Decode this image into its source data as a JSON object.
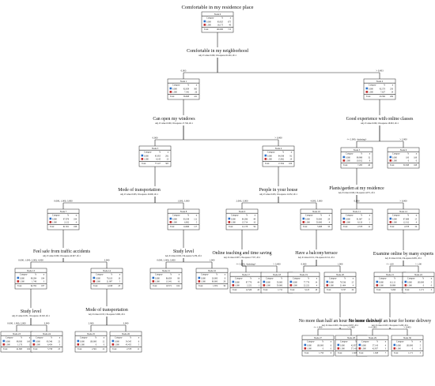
{
  "diagram_type": "classification decision tree (CHAID)",
  "root_title": "Comfortable in my residence place",
  "table_headers": {
    "category": "Category",
    "pct": "%",
    "n": "n"
  },
  "class_labels": [
    "0.000",
    "1.000"
  ],
  "total_label": "Total",
  "colors": {
    "class0": "#2a6fc8",
    "class1": "#c02828",
    "line": "#222222"
  },
  "nodes": [
    {
      "id": "n0",
      "header": "Node 0",
      "rows": [
        [
          "0.000",
          "83.825",
          "675"
        ],
        [
          "1.000",
          "16.175",
          "40"
        ]
      ],
      "total": [
        "100.000",
        "715"
      ]
    },
    {
      "id": "n1",
      "header": "Node 1",
      "rows": [
        [
          "0.000",
          "92.659",
          "385"
        ],
        [
          "1.000",
          "7.341",
          "26"
        ]
      ],
      "total": [
        "56.608",
        "411"
      ]
    },
    {
      "id": "n2",
      "header": "Node 2",
      "rows": [
        [
          "0.000",
          "92.373",
          "250"
        ],
        [
          "1.000",
          "7.627",
          "14"
        ]
      ],
      "total": [
        "43.392",
        "264"
      ]
    },
    {
      "id": "n3",
      "header": "Node 3",
      "rows": [
        [
          "0.000",
          "95.855",
          "292"
        ],
        [
          "1.000",
          "4.145",
          "13"
        ]
      ],
      "total": [
        "77.417",
        "305"
      ]
    },
    {
      "id": "n4",
      "header": "Node 4",
      "rows": [
        [
          "0.000",
          "84.038",
          "92"
        ],
        [
          "1.000",
          "15.962",
          "14"
        ]
      ],
      "total": [
        "17.954",
        "106"
      ]
    },
    {
      "id": "n5",
      "header": "Node 5",
      "rows": [
        [
          "0.000",
          "89.988",
          "32"
        ],
        [
          "1.000",
          "10.012",
          "8"
        ]
      ],
      "total": [
        "7.283",
        "40"
      ]
    },
    {
      "id": "n6",
      "header": "Node 6",
      "rows": [
        [
          "0.000",
          "100",
          "168"
        ],
        [
          "1.000",
          "0",
          "0"
        ]
      ],
      "total": [
        "30.308",
        "168"
      ]
    },
    {
      "id": "n7",
      "header": "Node 7",
      "rows": [
        [
          "0.000",
          "97.878",
          "184"
        ],
        [
          "1.000",
          "2.122",
          "4"
        ]
      ],
      "total": [
        "61.501",
        "188"
      ]
    },
    {
      "id": "n8",
      "header": "Node 8",
      "rows": [
        [
          "0.000",
          "93.198",
          "112"
        ],
        [
          "1.000",
          "6.802",
          "5"
        ]
      ],
      "total": [
        "14.606",
        "117"
      ]
    },
    {
      "id": "n9",
      "header": "Node 9",
      "rows": [
        [
          "0.000",
          "84.286",
          "49"
        ],
        [
          "1.000",
          "15.714",
          "10"
        ]
      ],
      "total": [
        "11.178",
        "59"
      ]
    },
    {
      "id": "n10",
      "header": "Node 10",
      "rows": [
        [
          "0.000",
          "50.000",
          "29"
        ],
        [
          "1.000",
          "50.000",
          "4"
        ]
      ],
      "total": [
        "5.008",
        "33"
      ]
    },
    {
      "id": "n11",
      "header": "Node 11",
      "rows": [
        [
          "0.000",
          "91.867",
          "11"
        ],
        [
          "1.000",
          "8.133",
          "1"
        ]
      ],
      "total": [
        "2.578",
        "12"
      ]
    },
    {
      "id": "n12",
      "header": "Node 12",
      "rows": [
        [
          "0.000",
          "87.688",
          "15"
        ],
        [
          "1.000",
          "12.312",
          "4"
        ]
      ],
      "total": [
        "4.578",
        "19"
      ]
    },
    {
      "id": "n13",
      "header": "Node 13",
      "rows": [
        [
          "0.000",
          "98.284",
          "184"
        ],
        [
          "1.000",
          "1.748",
          "3"
        ]
      ],
      "total": [
        "62.762",
        "187"
      ]
    },
    {
      "id": "n14",
      "header": "Node 14",
      "rows": [
        [
          "0.000",
          "78.103",
          "18"
        ],
        [
          "1.000",
          "21.897",
          "5"
        ]
      ],
      "total": [
        "4.198",
        "23"
      ]
    },
    {
      "id": "n15",
      "header": "Node 15",
      "rows": [
        [
          "0.000",
          "86.659",
          "88"
        ],
        [
          "1.000",
          "13.341",
          "16"
        ]
      ],
      "total": [
        "19.571",
        "104"
      ]
    },
    {
      "id": "n16",
      "header": "Node 16",
      "rows": [
        [
          "0.000",
          "20.000",
          "8"
        ],
        [
          "1.000",
          "80.000",
          "28"
        ]
      ],
      "total": [
        "1.874",
        "36"
      ]
    },
    {
      "id": "n17",
      "header": "Node 17",
      "rows": [
        [
          "0.000",
          "97.778",
          "44"
        ],
        [
          "1.000",
          "2.222",
          "1"
        ]
      ],
      "total": [
        "12.526",
        "45"
      ]
    },
    {
      "id": "n18",
      "header": "Node 18",
      "rows": [
        [
          "0.000",
          "50.000",
          "4"
        ],
        [
          "1.000",
          "50.000",
          "4"
        ]
      ],
      "total": [
        "1.711",
        "8"
      ]
    },
    {
      "id": "n19",
      "header": "Node 19",
      "rows": [
        [
          "0.000",
          "77.778",
          "14"
        ],
        [
          "1.000",
          "22.222",
          "4"
        ]
      ],
      "total": [
        "3.125",
        "18"
      ]
    },
    {
      "id": "n20",
      "header": "Node 20",
      "rows": [
        [
          "0.000",
          "78.536",
          "15"
        ],
        [
          "1.000",
          "21.464",
          "4"
        ]
      ],
      "total": [
        "3.747",
        "19"
      ]
    },
    {
      "id": "n21",
      "header": "Node 21",
      "rows": [
        [
          "0.000",
          "61.111",
          "11"
        ],
        [
          "1.000",
          "38.889",
          "7"
        ]
      ],
      "total": [
        "3.456",
        "18"
      ]
    },
    {
      "id": "n22",
      "header": "Node 22",
      "rows": [
        [
          "0.000",
          "100.000",
          "5"
        ],
        [
          "1.000",
          "0",
          "0"
        ]
      ],
      "total": [
        "1.171",
        "5"
      ]
    },
    {
      "id": "n23",
      "header": "Node 23",
      "rows": [
        [
          "0.000",
          "98.830",
          "160"
        ],
        [
          "1.000",
          "1.170",
          "2"
        ]
      ],
      "total": [
        "41.693",
        "162"
      ]
    },
    {
      "id": "n24",
      "header": "Node 24",
      "rows": [
        [
          "0.000",
          "93.546",
          "22"
        ],
        [
          "1.000",
          "6.454",
          "3"
        ]
      ],
      "total": [
        "5.758",
        "25"
      ]
    },
    {
      "id": "n25",
      "header": "Node 25",
      "rows": [
        [
          "0.000",
          "100.000",
          "12"
        ],
        [
          "1.000",
          "0",
          "0"
        ]
      ],
      "total": [
        "2.561",
        "12"
      ]
    },
    {
      "id": "n26",
      "header": "Node 26",
      "rows": [
        [
          "0.000",
          "54.545",
          "6"
        ],
        [
          "1.000",
          "45.455",
          "5"
        ]
      ],
      "total": [
        "2.578",
        "11"
      ]
    },
    {
      "id": "n27",
      "header": "Node 27",
      "rows": [
        [
          "0.000",
          "100.000",
          "6"
        ],
        [
          "1.000",
          "0",
          "0"
        ]
      ],
      "total": [
        "1.750",
        "6"
      ]
    },
    {
      "id": "n28",
      "header": "Node 28",
      "rows": [
        [
          "0.000",
          "42.857",
          "3"
        ],
        [
          "1.000",
          "57.143",
          "4"
        ]
      ],
      "total": [
        "1.828",
        "7"
      ]
    },
    {
      "id": "n29",
      "header": "Node 29",
      "rows": [
        [
          "0.000",
          "57.143",
          "4"
        ],
        [
          "1.000",
          "42.857",
          "3"
        ]
      ],
      "total": [
        "1.828",
        "7"
      ]
    },
    {
      "id": "n30",
      "header": "Node 30",
      "rows": [
        [
          "0.000",
          "100.000",
          "5"
        ],
        [
          "1.000",
          "0",
          "0"
        ]
      ],
      "total": [
        "1.171",
        "5"
      ]
    }
  ],
  "splits": [
    {
      "id": "s0",
      "title": "Comfortable in my neighborhood",
      "stats": "Adj. P-value=0.000, Chi-square=61.461, df=1"
    },
    {
      "id": "s1",
      "title": "Can open my windows",
      "stats": "Adj. P-value=0.000, Chi-square=17.749, df=1"
    },
    {
      "id": "s2",
      "title": "Good experience with online classes",
      "stats": "Adj. P-value=0.000, Chi-square=18.818, df=1"
    },
    {
      "id": "s3",
      "title": "Mode of transportation",
      "stats": "Adj. P-value=0.003, Chi-square=16.000, df=1"
    },
    {
      "id": "s4",
      "title": "People in your house",
      "stats": "Adj. P-value=0.003, Chi-square=12.952, df=1"
    },
    {
      "id": "s5",
      "title": "Plants/garden at my residence",
      "stats": "Adj. P-value=0.026, Chi-square=4.971, df=1"
    },
    {
      "id": "s6",
      "title": "Feel safe from traffic accidents",
      "stats": "Adj. P-value=0.000, Chi-square=42.827, df=1"
    },
    {
      "id": "s7",
      "title": "Study level",
      "stats": "Adj. P-value=0.022, Chi-square=5.239, df=1"
    },
    {
      "id": "s8",
      "title": "Online teaching and time saving",
      "stats": "Adj. P-value=0.007, Chi-square=7.357, df=1"
    },
    {
      "id": "s9",
      "title": "Have a balcony/terrace",
      "stats": "Adj. P-value=0.011, Chi-square=6.512, df=1"
    },
    {
      "id": "s10",
      "title": "Examine online by many experts",
      "stats": "Adj. P-value=0.014, Chi-square=6.081, df=1"
    },
    {
      "id": "s11",
      "title": "Study level",
      "stats": "Adj. P-value=0.031, Chi-square=10.520, df=1"
    },
    {
      "id": "s12",
      "title": "Mode of transportation",
      "stats": "Adj. P-value=0.015, Chi-square=5.960, df=1"
    },
    {
      "id": "s13",
      "title": "No more than half an hour for home delivery",
      "stats": "Adj. P-value=0.003, Chi-square=8.957, df=1"
    },
    {
      "id": "s14",
      "title": "No more than half an hour for home delivery",
      "stats": "Adj. P-value=0.023, Chi-square=5.268, df=1"
    }
  ],
  "edges": [
    {
      "from": "n0",
      "to": "n1",
      "label": "0.003"
    },
    {
      "from": "n0",
      "to": "n2",
      "label": "> 0.003"
    },
    {
      "from": "n1",
      "to": "n3",
      "label": "0.000"
    },
    {
      "from": "n1",
      "to": "n4",
      "label": "> 0.000"
    },
    {
      "from": "n2",
      "to": "n5",
      "label": "<= 2.000, <missing>"
    },
    {
      "from": "n2",
      "to": "n6",
      "label": "> 2.000"
    },
    {
      "from": "n3",
      "to": "n7",
      "label": "0.000, 1.000, 3.000"
    },
    {
      "from": "n3",
      "to": "n8",
      "label": "1.000, 3.000"
    },
    {
      "from": "n4",
      "to": "n9",
      "label": "2.000, 3.000"
    },
    {
      "from": "n4",
      "to": "n10",
      "label": "4.000, 5.000"
    },
    {
      "from": "n5",
      "to": "n11",
      "label": "0.000"
    },
    {
      "from": "n5",
      "to": "n12",
      "label": "> 0.000"
    },
    {
      "from": "n7",
      "to": "n13",
      "label": "0.000, 1.000, 2.000, 4.000"
    },
    {
      "from": "n7",
      "to": "n14",
      "label": "3.000"
    },
    {
      "from": "n8",
      "to": "n15",
      "label": "0.000, 2.000, 3.000"
    },
    {
      "from": "n8",
      "to": "n16",
      "label": "1.000"
    },
    {
      "from": "n9",
      "to": "n17",
      "label": "<= 3.000, <missing>"
    },
    {
      "from": "n9",
      "to": "n18",
      "label": "> 3.000"
    },
    {
      "from": "n10",
      "to": "n19",
      "label": "0.000"
    },
    {
      "from": "n10",
      "to": "n20",
      "label": "1.000"
    },
    {
      "from": "n12",
      "to": "n21",
      "label": "<= 1.00"
    },
    {
      "from": "n12",
      "to": "n22",
      "label": "> 1.00"
    },
    {
      "from": "n13",
      "to": "n23",
      "label": "0.000, 1.000, 2.000"
    },
    {
      "from": "n13",
      "to": "n24",
      "label": "3.000"
    },
    {
      "from": "n14",
      "to": "n25",
      "label": "2.000"
    },
    {
      "from": "n14",
      "to": "n26",
      "label": "3.000"
    },
    {
      "from": "n20",
      "to": "n27",
      "label": "<= 1.000"
    },
    {
      "from": "n20",
      "to": "n28",
      "label": "> 1.000"
    },
    {
      "from": "n21",
      "to": "n29",
      "label": "<= 0.003"
    },
    {
      "from": "n21",
      "to": "n30",
      "label": "> 0.003"
    }
  ],
  "node_splits": {
    "n0": "s0",
    "n1": "s1",
    "n2": "s2",
    "n3": "s3",
    "n4": "s4",
    "n5": "s5",
    "n7": "s6",
    "n8": "s7",
    "n9": "s8",
    "n10": "s9",
    "n12": "s10",
    "n13": "s11",
    "n14": "s12",
    "n20": "s13",
    "n21": "s14"
  }
}
